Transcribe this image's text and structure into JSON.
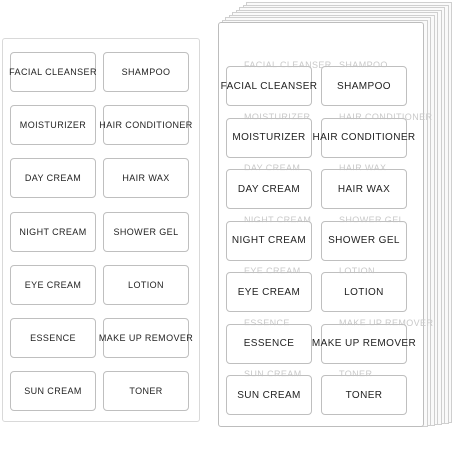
{
  "labels": [
    [
      "FACIAL CLEANSER",
      "SHAMPOO"
    ],
    [
      "MOISTURIZER",
      "HAIR CONDITIONER"
    ],
    [
      "DAY CREAM",
      "HAIR WAX"
    ],
    [
      "NIGHT CREAM",
      "SHOWER GEL"
    ],
    [
      "EYE CREAM",
      "LOTION"
    ],
    [
      "ESSENCE",
      "MAKE UP REMOVER"
    ],
    [
      "SUN CREAM",
      "TONER"
    ]
  ],
  "colors": {
    "label_border": "#bfbfbf",
    "sheet_border": "#d9d9d9",
    "text": "#222222"
  }
}
